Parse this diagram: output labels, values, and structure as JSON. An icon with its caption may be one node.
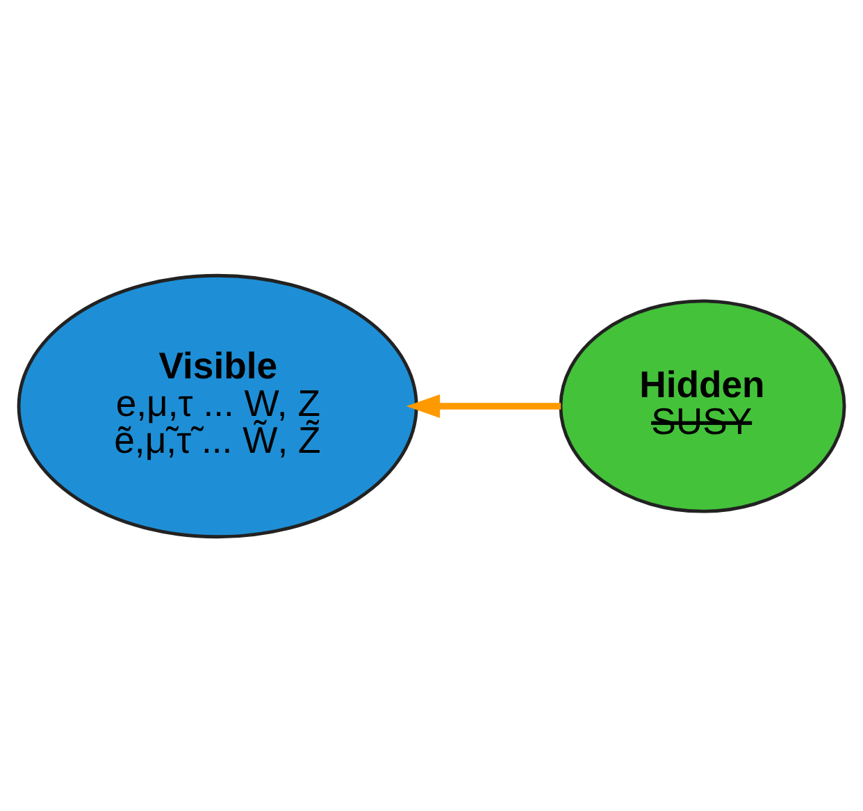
{
  "diagram": {
    "nodes": [
      {
        "text": [
          "Visible",
          "e,μ,τ ... W, Z",
          "ẽ,μ̃,τ̃ ... W̃, Z̃"
        ]
      },
      {
        "text": [
          "Hidden",
          "SUSY"
        ]
      }
    ],
    "edges": [
      {
        "from": 1,
        "to": 0,
        "arrow": "to",
        "color": "#ff9900"
      }
    ]
  }
}
